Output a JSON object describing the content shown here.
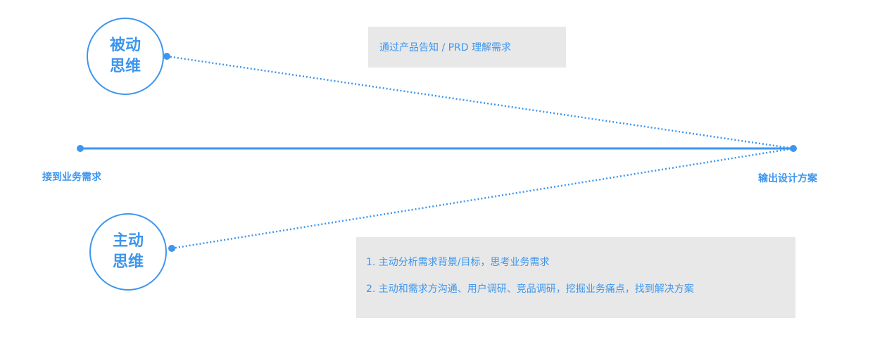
{
  "colors": {
    "accent": "#3d96ee",
    "box_bg": "#e8e8e8"
  },
  "passive": {
    "circle_line1": "被动",
    "circle_line2": "思维",
    "note": "通过产品告知 / PRD 理解需求"
  },
  "active": {
    "circle_line1": "主动",
    "circle_line2": "思维",
    "notes": [
      "1. 主动分析需求背景/目标，思考业务需求",
      "2. 主动和需求方沟通、用户调研、竞品调研，挖掘业务痛点，找到解决方案"
    ]
  },
  "timeline": {
    "start_label": "接到业务需求",
    "end_label": "输出设计方案"
  }
}
